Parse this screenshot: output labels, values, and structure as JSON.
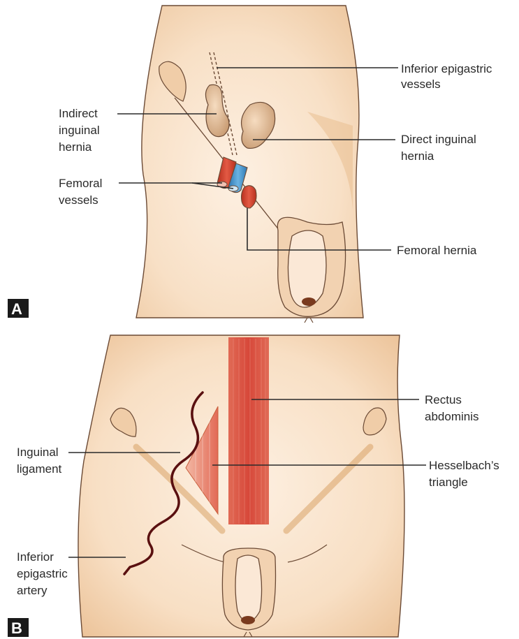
{
  "panel_a": {
    "letter": "A",
    "labels": {
      "inferior_epigastric_vessels": [
        "Inferior epigastric",
        "vessels"
      ],
      "indirect_inguinal_hernia": [
        "Indirect",
        "inguinal",
        "hernia"
      ],
      "direct_inguinal_hernia": [
        "Direct inguinal",
        "hernia"
      ],
      "femoral_vessels": [
        "Femoral",
        "vessels"
      ],
      "femoral_hernia": [
        "Femoral hernia"
      ]
    }
  },
  "panel_b": {
    "letter": "B",
    "labels": {
      "rectus_abdominis": [
        "Rectus",
        "abdominis"
      ],
      "inguinal_ligament": [
        "Inguinal",
        "ligament"
      ],
      "hesselbachs_triangle": [
        "Hesselbach’s",
        "triangle"
      ],
      "inferior_epigastric_artery": [
        "Inferior",
        "epigastric",
        "artery"
      ]
    }
  },
  "colors": {
    "skin_light": "#fbe8d4",
    "skin_mid": "#f3d2b0",
    "skin_shadow": "#e2b483",
    "outline": "#6b4a35",
    "artery_red": "#d6432f",
    "vein_blue": "#3f93cf",
    "muscle_red": "#d8503e",
    "artery_dark": "#5a1010"
  }
}
